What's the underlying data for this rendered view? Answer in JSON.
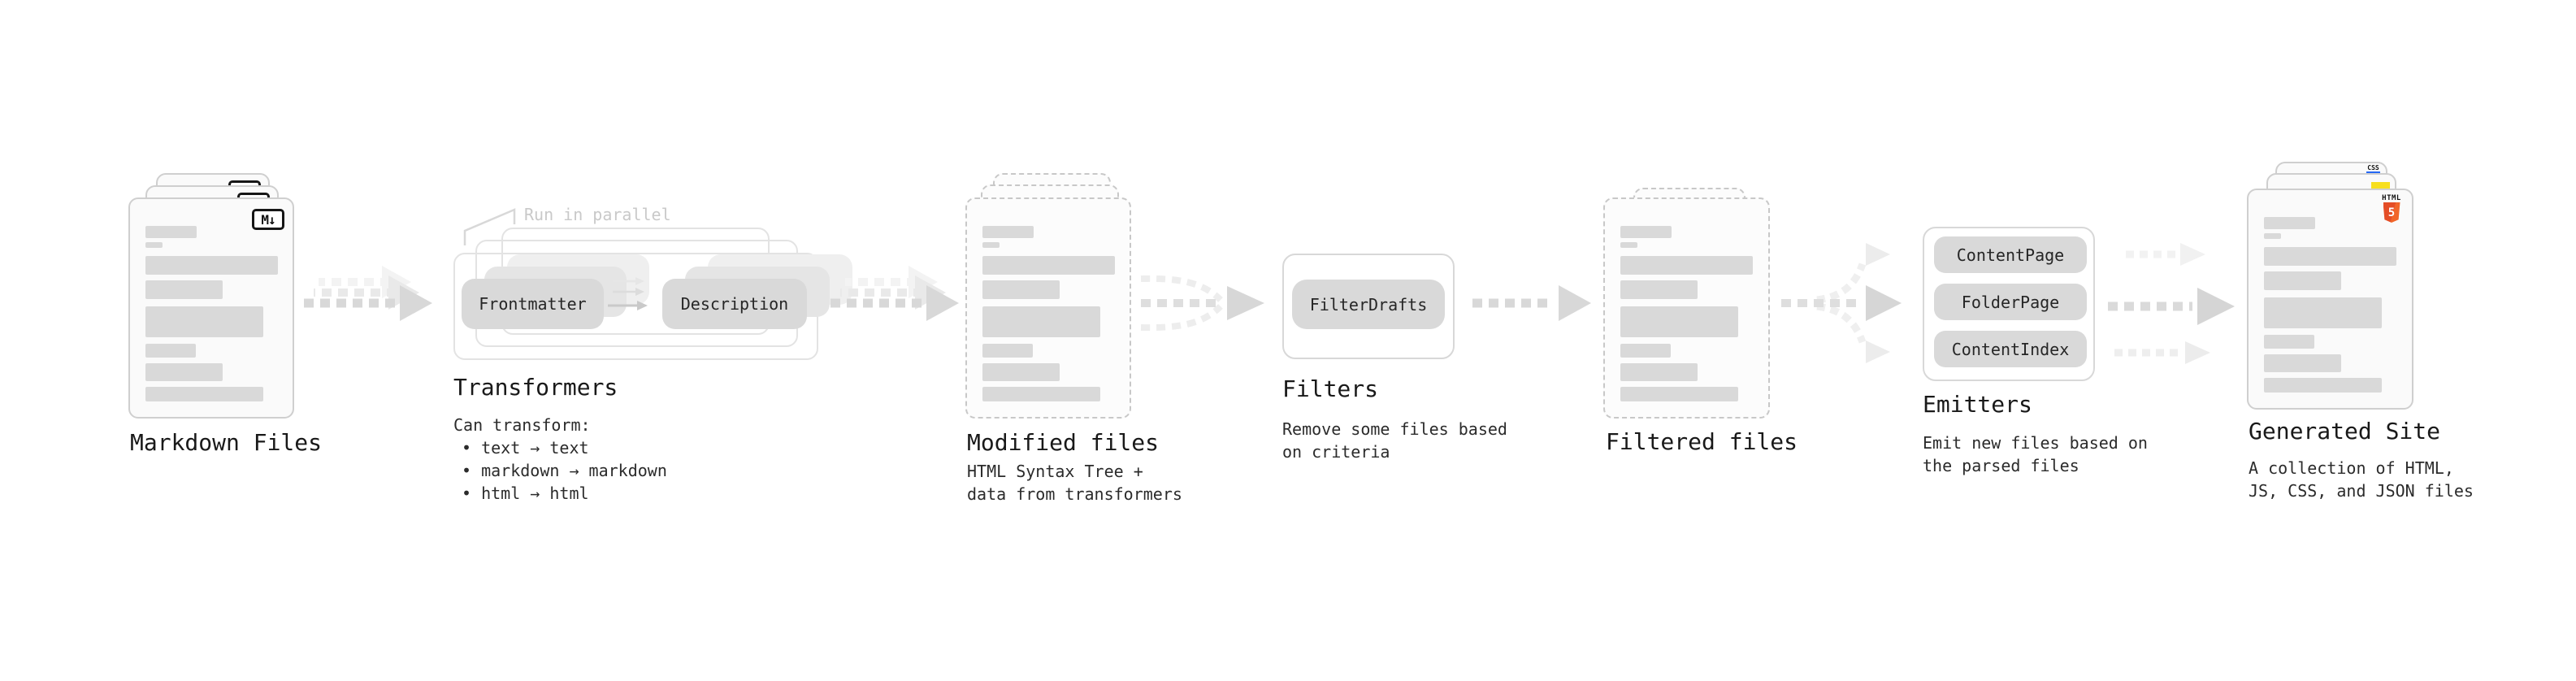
{
  "stages": {
    "markdown": {
      "label": "Markdown Files",
      "badge": "M↓"
    },
    "transformers": {
      "label": "Transformers",
      "note": "Run in parallel",
      "pills": {
        "a": "Frontmatter",
        "b": "Description"
      },
      "desc": "Can transform:",
      "bullets": {
        "b1": "• text → text",
        "b2": "• markdown → markdown",
        "b3": "• html → html"
      }
    },
    "modified": {
      "label": "Modified files",
      "desc": {
        "l1": "HTML Syntax Tree +",
        "l2": "data from transformers"
      }
    },
    "filters": {
      "label": "Filters",
      "pill": "FilterDrafts",
      "desc": {
        "l1": "Remove some files based",
        "l2": "on criteria"
      }
    },
    "filtered": {
      "label": "Filtered files"
    },
    "emitters": {
      "label": "Emitters",
      "pills": {
        "p1": "ContentPage",
        "p2": "FolderPage",
        "p3": "ContentIndex"
      },
      "desc": {
        "l1": "Emit new files based on",
        "l2": "the parsed files"
      }
    },
    "generated": {
      "label": "Generated Site",
      "desc": {
        "l1": "A collection of HTML,",
        "l2": "JS, CSS, and JSON files"
      },
      "badges": {
        "css": "CSS",
        "html_word": "HTML",
        "html_num": "5"
      }
    }
  },
  "colors": {
    "doc_border": "#cfcfcf",
    "doc_fill": "#fafafa",
    "bar_gray": "#d9d9d9",
    "pill_gray": "#d9d9d9",
    "arrow_gray": "#d8d8d8",
    "note_gray": "#c9c9c9",
    "css_blue": "#2668f5",
    "js_yellow": "#f7df1e",
    "html5_orange": "#e44d26"
  }
}
